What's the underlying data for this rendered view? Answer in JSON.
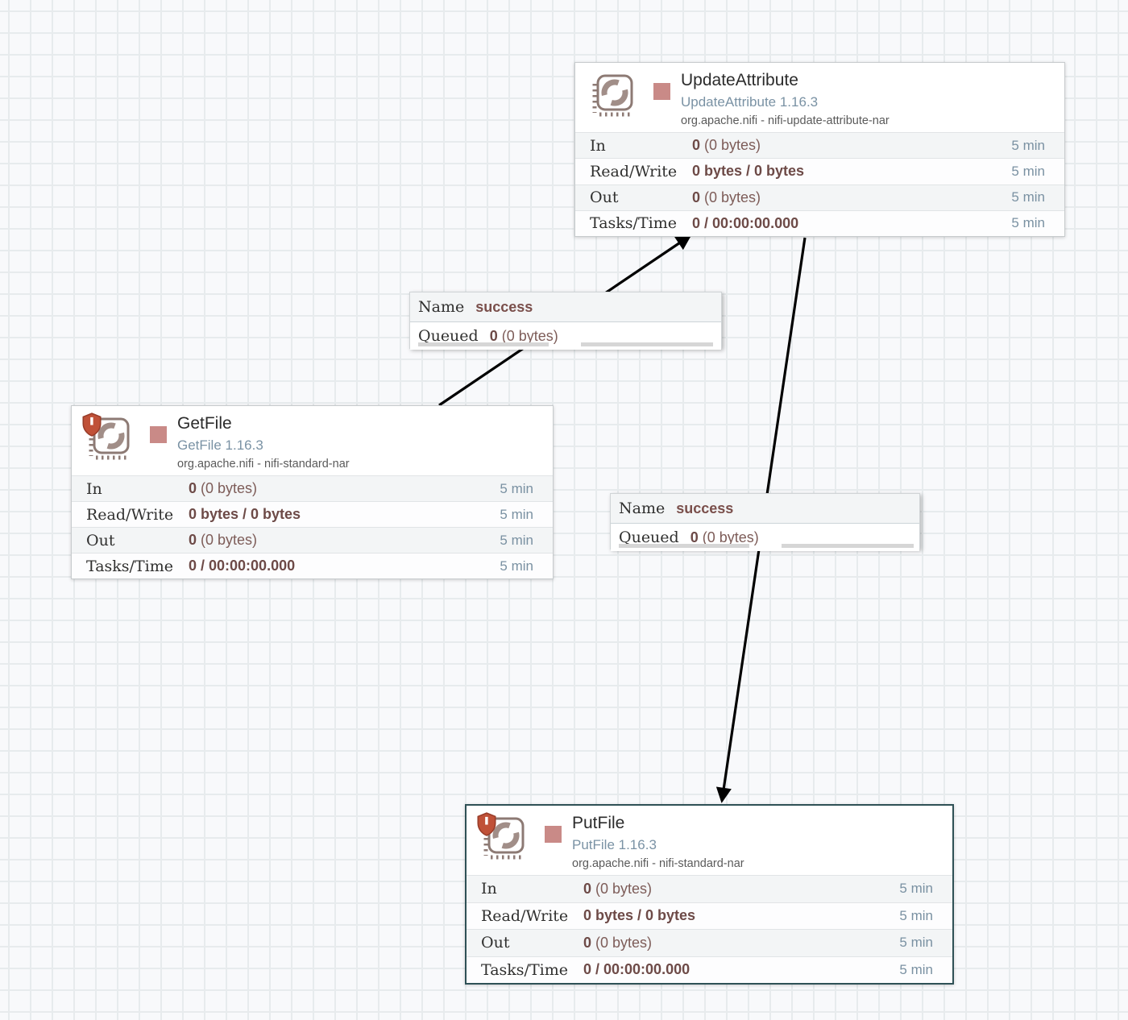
{
  "processors": [
    {
      "title": "UpdateAttribute",
      "type_version": "UpdateAttribute 1.16.3",
      "bundle": "org.apache.nifi - nifi-update-attribute-nar",
      "state": "stopped",
      "restricted": false,
      "selected": false,
      "stats": {
        "rows": [
          {
            "label": "In",
            "value_bold": "0",
            "value_rest": " (0 bytes)",
            "window": "5 min"
          },
          {
            "label": "Read/Write",
            "value_bold": "0 bytes / 0 bytes",
            "value_rest": "",
            "window": "5 min"
          },
          {
            "label": "Out",
            "value_bold": "0",
            "value_rest": " (0 bytes)",
            "window": "5 min"
          },
          {
            "label": "Tasks/Time",
            "value_bold": "0 / 00:00:00.000",
            "value_rest": "",
            "window": "5 min"
          }
        ]
      }
    },
    {
      "title": "GetFile",
      "type_version": "GetFile 1.16.3",
      "bundle": "org.apache.nifi - nifi-standard-nar",
      "state": "stopped",
      "restricted": true,
      "selected": false,
      "stats": {
        "rows": [
          {
            "label": "In",
            "value_bold": "0",
            "value_rest": " (0 bytes)",
            "window": "5 min"
          },
          {
            "label": "Read/Write",
            "value_bold": "0 bytes / 0 bytes",
            "value_rest": "",
            "window": "5 min"
          },
          {
            "label": "Out",
            "value_bold": "0",
            "value_rest": " (0 bytes)",
            "window": "5 min"
          },
          {
            "label": "Tasks/Time",
            "value_bold": "0 / 00:00:00.000",
            "value_rest": "",
            "window": "5 min"
          }
        ]
      }
    },
    {
      "title": "PutFile",
      "type_version": "PutFile 1.16.3",
      "bundle": "org.apache.nifi - nifi-standard-nar",
      "state": "stopped",
      "restricted": true,
      "selected": true,
      "stats": {
        "rows": [
          {
            "label": "In",
            "value_bold": "0",
            "value_rest": " (0 bytes)",
            "window": "5 min"
          },
          {
            "label": "Read/Write",
            "value_bold": "0 bytes / 0 bytes",
            "value_rest": "",
            "window": "5 min"
          },
          {
            "label": "Out",
            "value_bold": "0",
            "value_rest": " (0 bytes)",
            "window": "5 min"
          },
          {
            "label": "Tasks/Time",
            "value_bold": "0 / 00:00:00.000",
            "value_rest": "",
            "window": "5 min"
          }
        ]
      }
    }
  ],
  "connections": [
    {
      "name_label": "Name",
      "name_value": "success",
      "queued_label": "Queued",
      "queued_bold": "0",
      "queued_rest": " (0 bytes)"
    },
    {
      "name_label": "Name",
      "name_value": "success",
      "queued_label": "Queued",
      "queued_bold": "0",
      "queued_rest": " (0 bytes)"
    }
  ],
  "colors": {
    "stopped_state_square": "#c98a87",
    "restricted_shield": "#c05138",
    "selection_border": "#2f5156",
    "stat_value_maroon": "#6d4a47",
    "time_window_blue": "#7a91a2",
    "connection_name_maroon": "#7a4f4b",
    "grid_line": "#e7ebed",
    "canvas_background": "#f8f9fb"
  }
}
